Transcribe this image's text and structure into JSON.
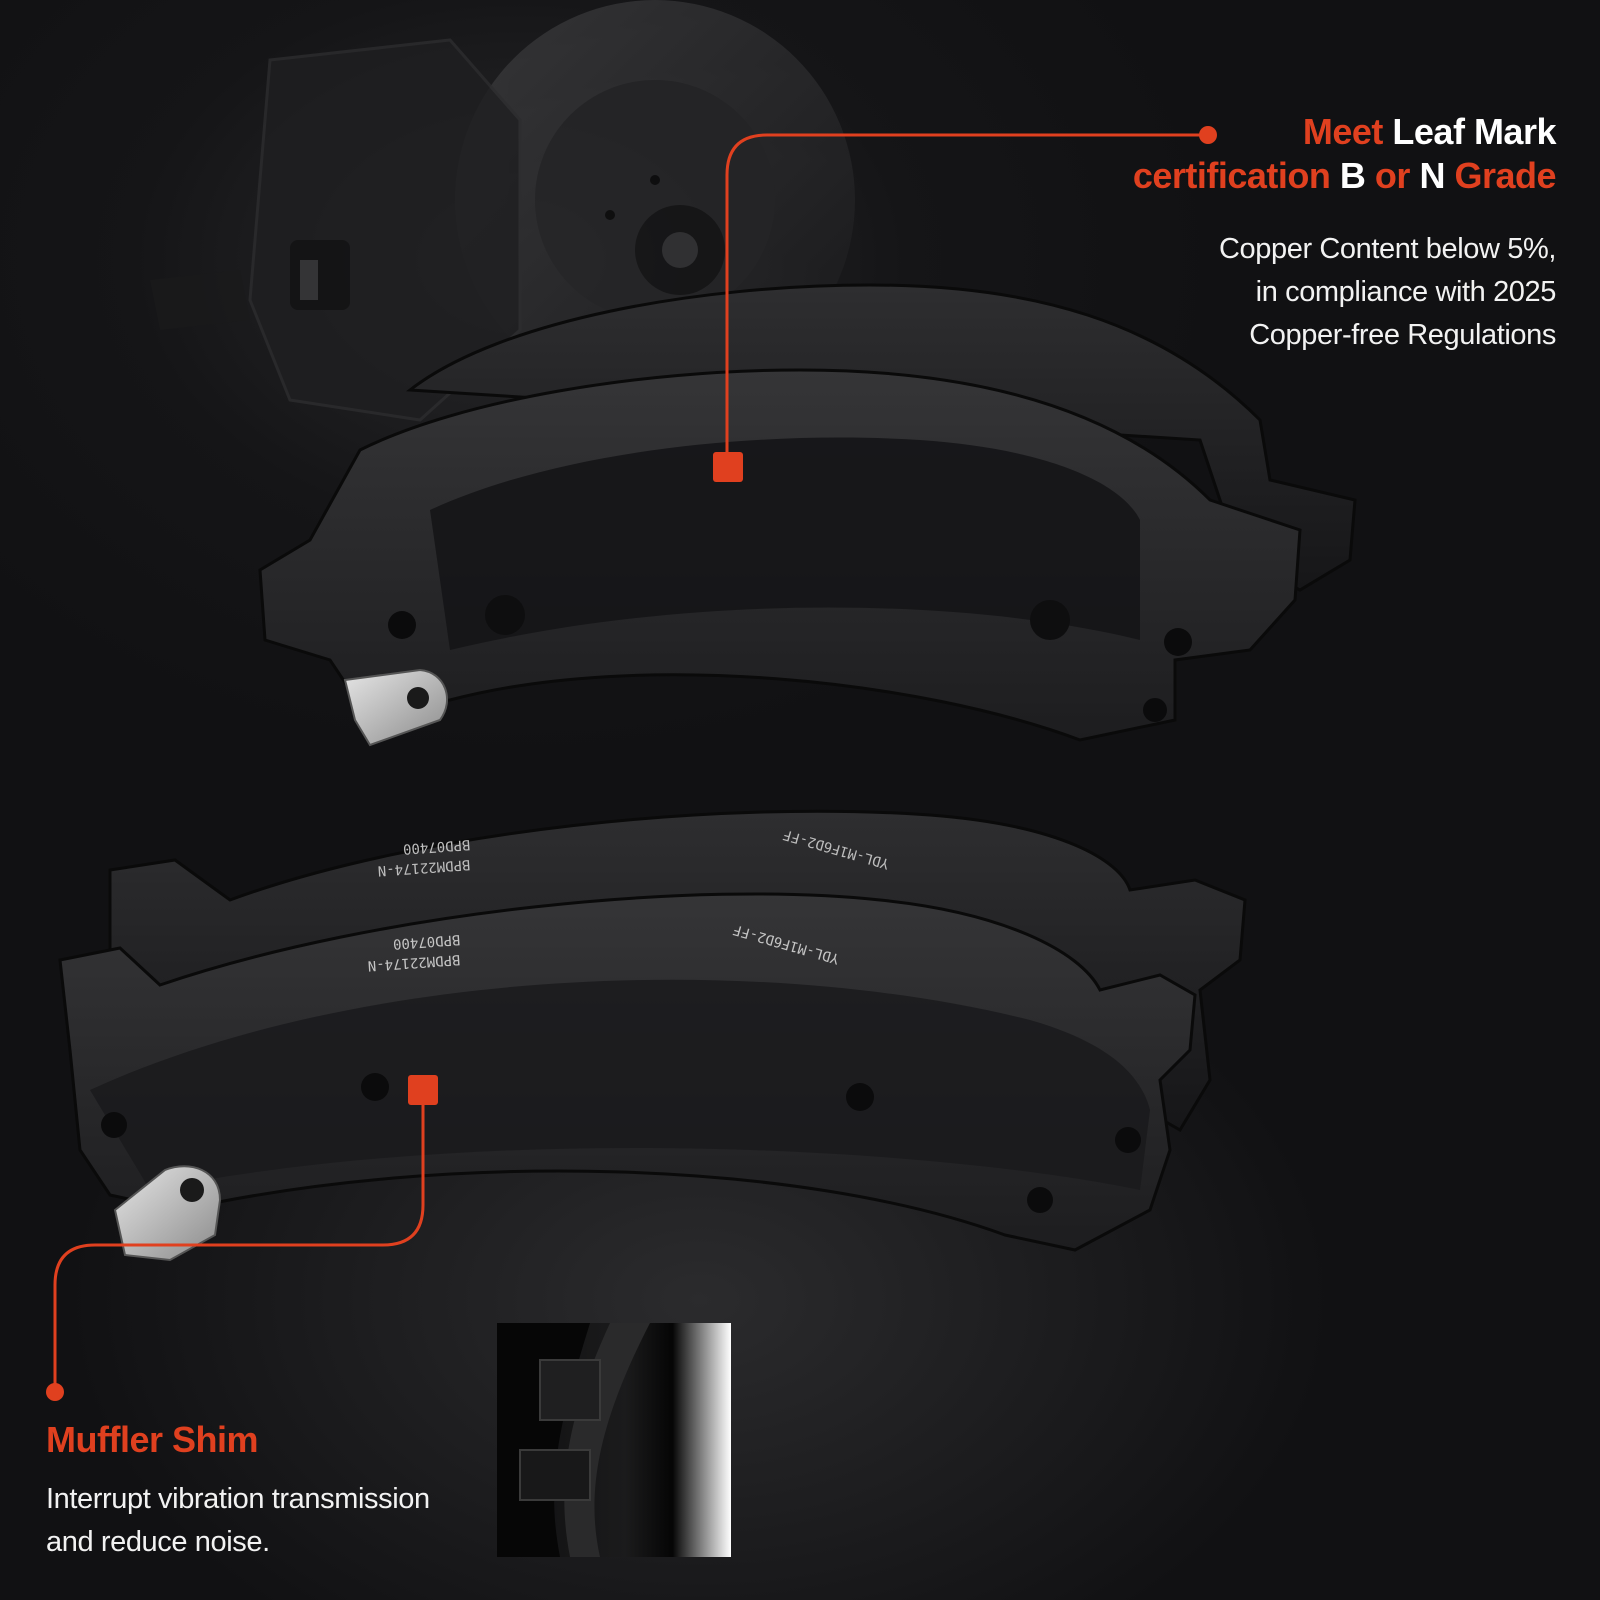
{
  "feature_top": {
    "headline_line1": {
      "accent": "Meet",
      "white": "Leaf Mark"
    },
    "headline_line2": {
      "accent1": "certification",
      "white1": "B",
      "accent2": "or",
      "white2": "N",
      "accent3": "Grade"
    },
    "description_lines": [
      "Copper Content below 5%,",
      "in compliance with 2025",
      "Copper-free Regulations"
    ]
  },
  "feature_bottom": {
    "title": "Muffler Shim",
    "description_lines": [
      "Interrupt vibration transmission",
      "and reduce noise."
    ]
  },
  "pad_markings": {
    "part_no": "BPD07400",
    "code": "BPDM22174-N",
    "friction": "YDL-M1F6D2-FF"
  },
  "colors": {
    "accent": "#e0401f",
    "text": "#f2f2f2",
    "background": "#0a0a0b"
  }
}
